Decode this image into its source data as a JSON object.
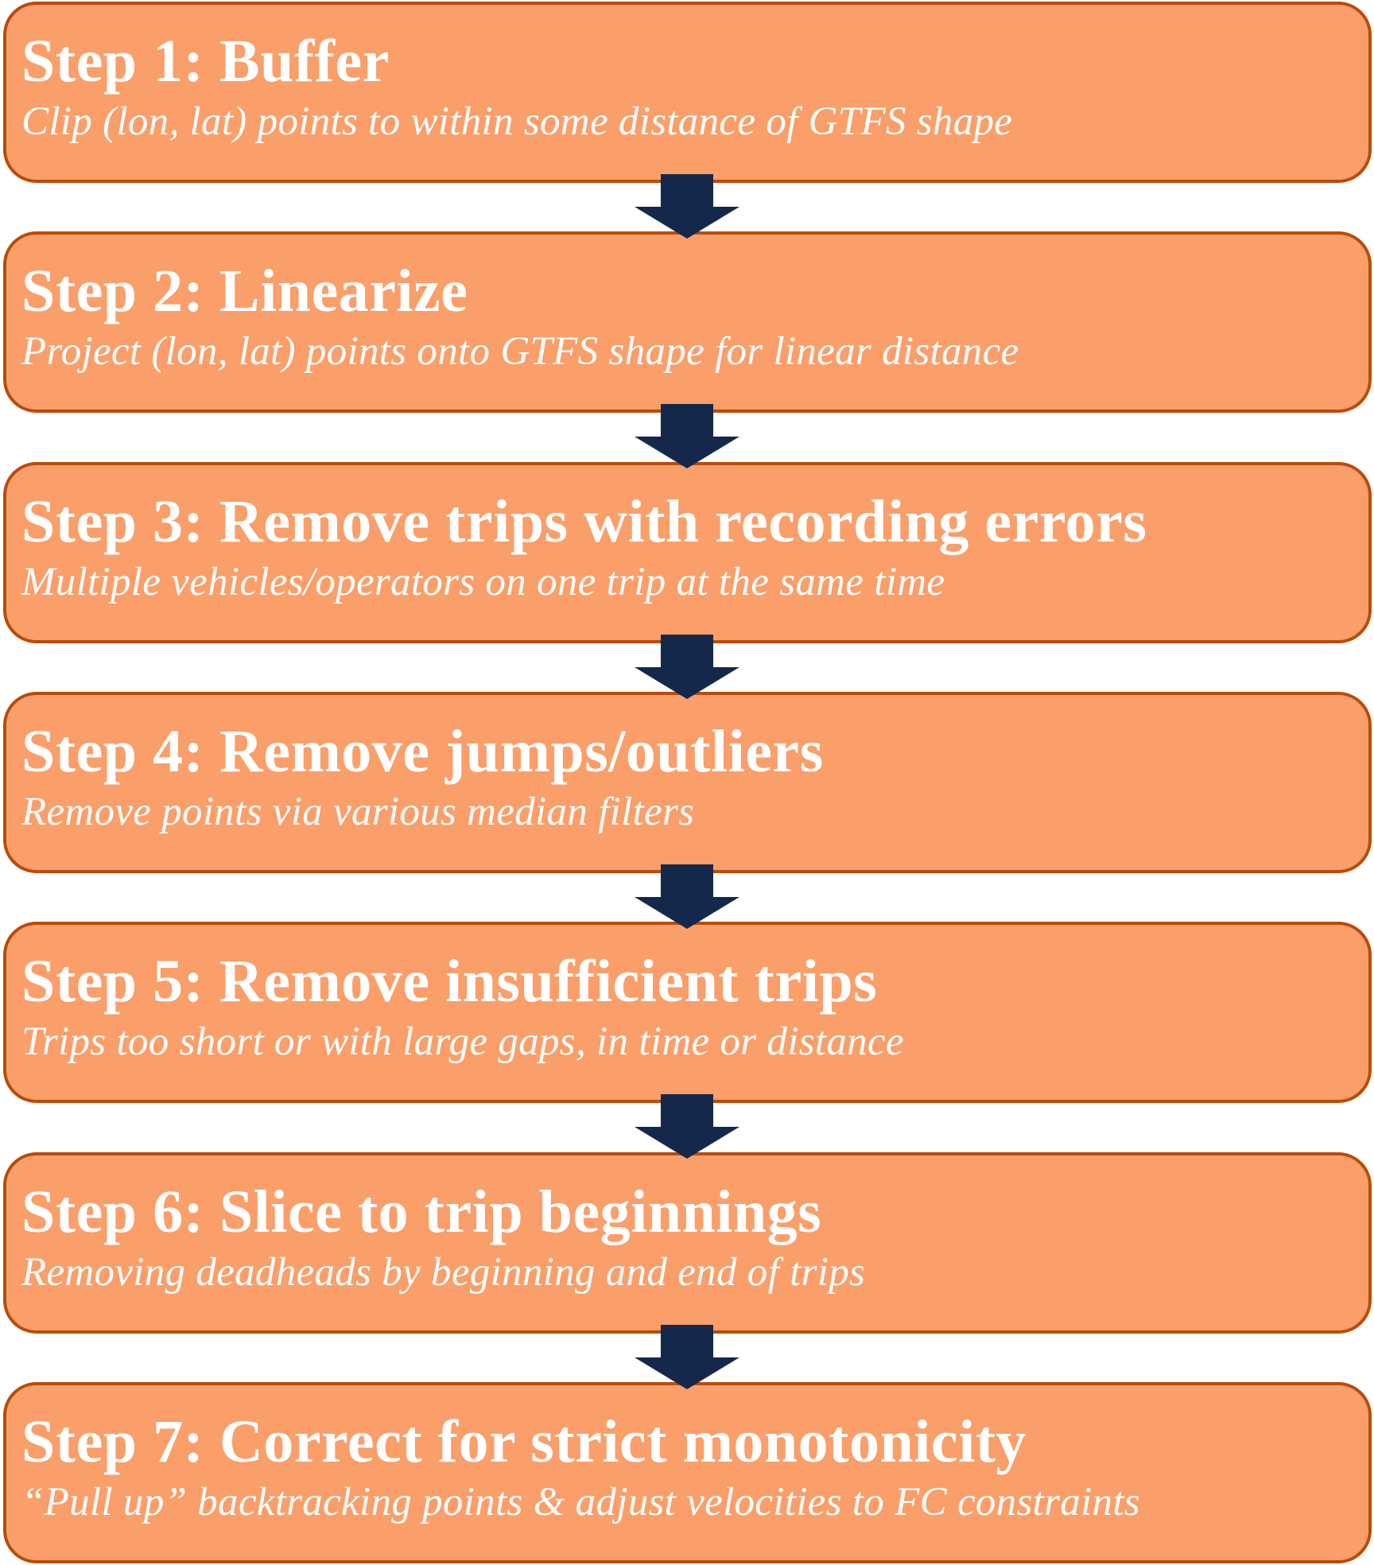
{
  "diagram": {
    "type": "vertical-flowchart",
    "colors": {
      "box_fill": "#fa9e6a",
      "box_border": "#b84c0a",
      "text": "#ffffff",
      "arrow": "#14284b"
    },
    "steps": [
      {
        "title": "Step 1: Buffer",
        "description": "Clip (lon, lat) points to within some distance of GTFS shape"
      },
      {
        "title": "Step 2: Linearize",
        "description": "Project (lon, lat) points onto GTFS shape for linear distance"
      },
      {
        "title": "Step 3: Remove trips with recording errors",
        "description": "Multiple vehicles/operators on one trip at the same time"
      },
      {
        "title": "Step 4: Remove jumps/outliers",
        "description": "Remove points via various median filters"
      },
      {
        "title": "Step 5: Remove insufficient trips",
        "description": "Trips too short or with large gaps, in time or distance"
      },
      {
        "title": "Step 6: Slice to trip beginnings",
        "description": "Removing deadheads by beginning and end of trips"
      },
      {
        "title": "Step 7: Correct for strict monotonicity",
        "description": "“Pull up” backtracking points & adjust velocities to FC constraints"
      }
    ],
    "connectors": [
      {
        "from": 1,
        "to": 2,
        "icon": "down-arrow-icon"
      },
      {
        "from": 2,
        "to": 3,
        "icon": "down-arrow-icon"
      },
      {
        "from": 3,
        "to": 4,
        "icon": "down-arrow-icon"
      },
      {
        "from": 4,
        "to": 5,
        "icon": "down-arrow-icon"
      },
      {
        "from": 5,
        "to": 6,
        "icon": "down-arrow-icon"
      },
      {
        "from": 6,
        "to": 7,
        "icon": "down-arrow-icon"
      }
    ]
  }
}
